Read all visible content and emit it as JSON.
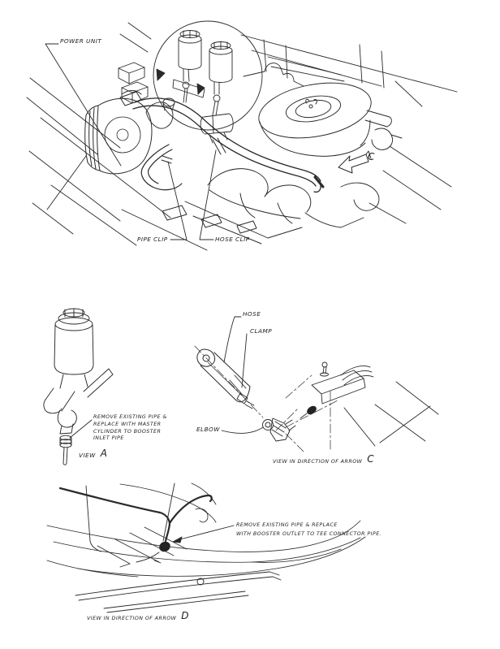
{
  "page": {
    "background": "#ffffff",
    "ink": "#222222"
  },
  "engine_bay": {
    "power_unit_label": "POWER UNIT",
    "pipe_clip_label": "PIPE CLIP",
    "hose_clip_label": "HOSE CLIP",
    "arrow_label": "C"
  },
  "view_a": {
    "note_lines": [
      "REMOVE EXISTING PIPE &",
      "REPLACE WITH MASTER",
      "CYLINDER TO BOOSTER",
      "INLET PIPE"
    ],
    "caption_text": "VIEW",
    "caption_letter": "A"
  },
  "view_c": {
    "hose_label": "HOSE",
    "clamp_label": "CLAMP",
    "elbow_label": "ELBOW",
    "caption_text": "VIEW IN DIRECTION OF ARROW",
    "caption_letter": "C"
  },
  "view_d": {
    "note_lines": [
      "REMOVE EXISTING PIPE & REPLACE",
      "WITH BOOSTER OUTLET TO TEE CONNECTOR PIPE."
    ],
    "caption_text": "VIEW IN DIRECTION OF ARROW",
    "caption_letter": "D"
  }
}
